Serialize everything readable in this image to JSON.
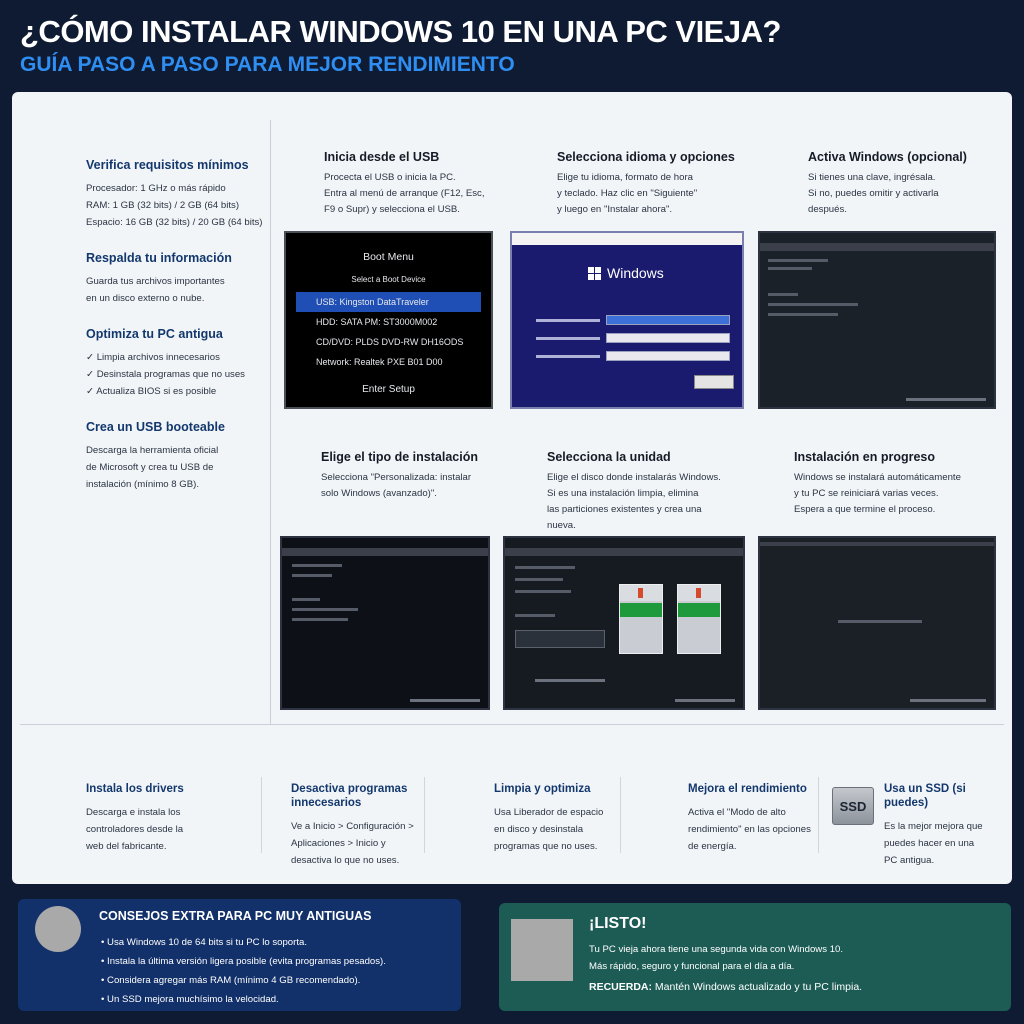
{
  "header": {
    "title": "¿CÓMO INSTALAR WINDOWS 10 EN UNA PC VIEJA?",
    "subtitle": "GUÍA PASO A PASO PARA MEJOR RENDIMIENTO"
  },
  "left": {
    "requisitos": {
      "title": "Verifica requisitos mínimos",
      "lines": [
        "Procesador: 1 GHz o más rápido",
        "RAM: 1 GB (32 bits) / 2 GB (64 bits)",
        "Espacio: 16 GB (32 bits) / 20 GB (64 bits)"
      ]
    },
    "respaldo": {
      "title": "Respalda tu información",
      "lines": [
        "Guarda tus archivos importantes",
        "en un disco externo o nube."
      ]
    },
    "optimiza": {
      "title": "Optimiza tu PC antigua",
      "items": [
        "Limpia archivos innecesarios",
        "Desinstala programas que no uses",
        "Actualiza BIOS si es posible"
      ]
    },
    "usb": {
      "title": "Crea un USB booteable",
      "lines": [
        "Descarga la herramienta oficial",
        "de Microsoft y crea tu USB de",
        "instalación (mínimo 8 GB)."
      ]
    }
  },
  "steps": [
    {
      "title": "Inicia desde el USB",
      "lines": [
        "Procecta el USB o inicia la PC.",
        "Entra al menú de arranque (F12, Esc,",
        "F9 o Supr) y selecciona el USB."
      ]
    },
    {
      "title": "Selecciona idioma y opciones",
      "lines": [
        "Elige tu idioma, formato de hora",
        "y teclado. Haz clic en \"Siguiente\"",
        "y luego en \"Instalar ahora\"."
      ]
    },
    {
      "title": "Activa Windows (opcional)",
      "lines": [
        "Si tienes una clave, ingrésala.",
        "Si no, puedes omitir y activarla",
        "después."
      ]
    },
    {
      "title": "Elige el tipo de instalación",
      "lines": [
        "Selecciona \"Personalizada: instalar",
        "solo Windows (avanzado)\"."
      ]
    },
    {
      "title": "Selecciona la unidad",
      "lines": [
        "Elige el disco donde instalarás Windows.",
        "Si es una instalación limpia, elimina",
        "las particiones existentes y crea una",
        "nueva."
      ]
    },
    {
      "title": "Instalación en progreso",
      "lines": [
        "Windows se instalará automáticamente",
        "y tu PC se reiniciará varias veces.",
        "Espera a que termine el proceso."
      ]
    }
  ],
  "boot": {
    "title": "Boot Menu",
    "subtitle": "Select a Boot Device",
    "options": [
      "USB: Kingston DataTraveler",
      "HDD: SATA PM: ST3000M002",
      "CD/DVD: PLDS DVD-RW DH16ODS",
      "Network: Realtek PXE B01 D00"
    ],
    "setup": "Enter Setup"
  },
  "winsetup": {
    "logo_text": "Windows"
  },
  "tips": [
    {
      "title": "Instala los drivers",
      "lines": [
        "Descarga e instala los",
        "controladores desde la",
        "web del fabricante."
      ]
    },
    {
      "title": "Desactiva programas innecesarios",
      "lines": [
        "Ve a Inicio > Configuración >",
        "Aplicaciones > Inicio y",
        "desactiva lo que no uses."
      ]
    },
    {
      "title": "Limpia y optimiza",
      "lines": [
        "Usa Liberador de espacio",
        "en disco y desinstala",
        "programas que no uses."
      ]
    },
    {
      "title": "Mejora el rendimiento",
      "lines": [
        "Activa el \"Modo de alto",
        "rendimiento\" en las opciones",
        "de energía."
      ]
    },
    {
      "title": "Usa un SSD (si puedes)",
      "lines": [
        "Es la mejor mejora que",
        "puedes hacer en una",
        "PC antigua."
      ]
    }
  ],
  "ssd_label": "SSD",
  "extra": {
    "title": "CONSEJOS EXTRA PARA PC MUY ANTIGUAS",
    "items": [
      "Usa Windows 10 de 64 bits si tu PC lo soporta.",
      "Instala la última versión ligera posible (evita programas pesados).",
      "Considera agregar más RAM (mínimo 4 GB recomendado).",
      "Un SSD mejora muchísimo la velocidad."
    ]
  },
  "done": {
    "title": "¡LISTO!",
    "lines": [
      "Tu PC vieja ahora tiene una segunda vida con Windows 10.",
      "Más rápido, seguro y funcional para el día a día."
    ],
    "remember_label": "RECUERDA:",
    "remember_text": " Mantén Windows actualizado y tu PC limpia."
  }
}
